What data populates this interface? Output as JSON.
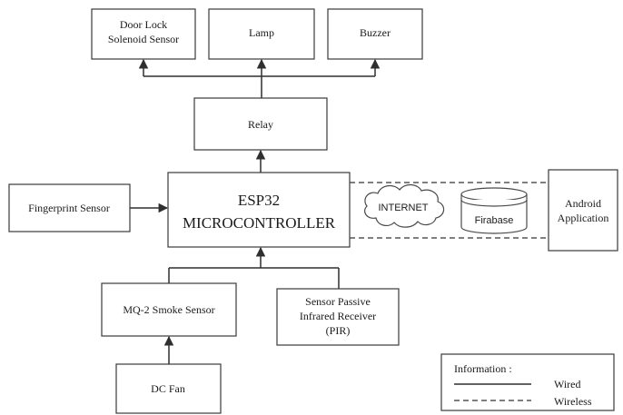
{
  "blocks": {
    "door_lock": [
      "Door Lock",
      "Solenoid Sensor"
    ],
    "lamp": "Lamp",
    "buzzer": "Buzzer",
    "relay": "Relay",
    "fingerprint": "Fingerprint Sensor",
    "esp32": [
      "ESP32",
      "MICROCONTROLLER"
    ],
    "android": [
      "Android",
      "Application"
    ],
    "mq2": "MQ-2 Smoke Sensor",
    "pir": [
      "Sensor Passive",
      "Infrared Receiver",
      "(PIR)"
    ],
    "dc_fan": "DC Fan",
    "internet": "INTERNET",
    "firebase": "Firabase"
  },
  "legend": {
    "title": "Information :",
    "wired": "Wired",
    "wireless": "Wireless"
  }
}
